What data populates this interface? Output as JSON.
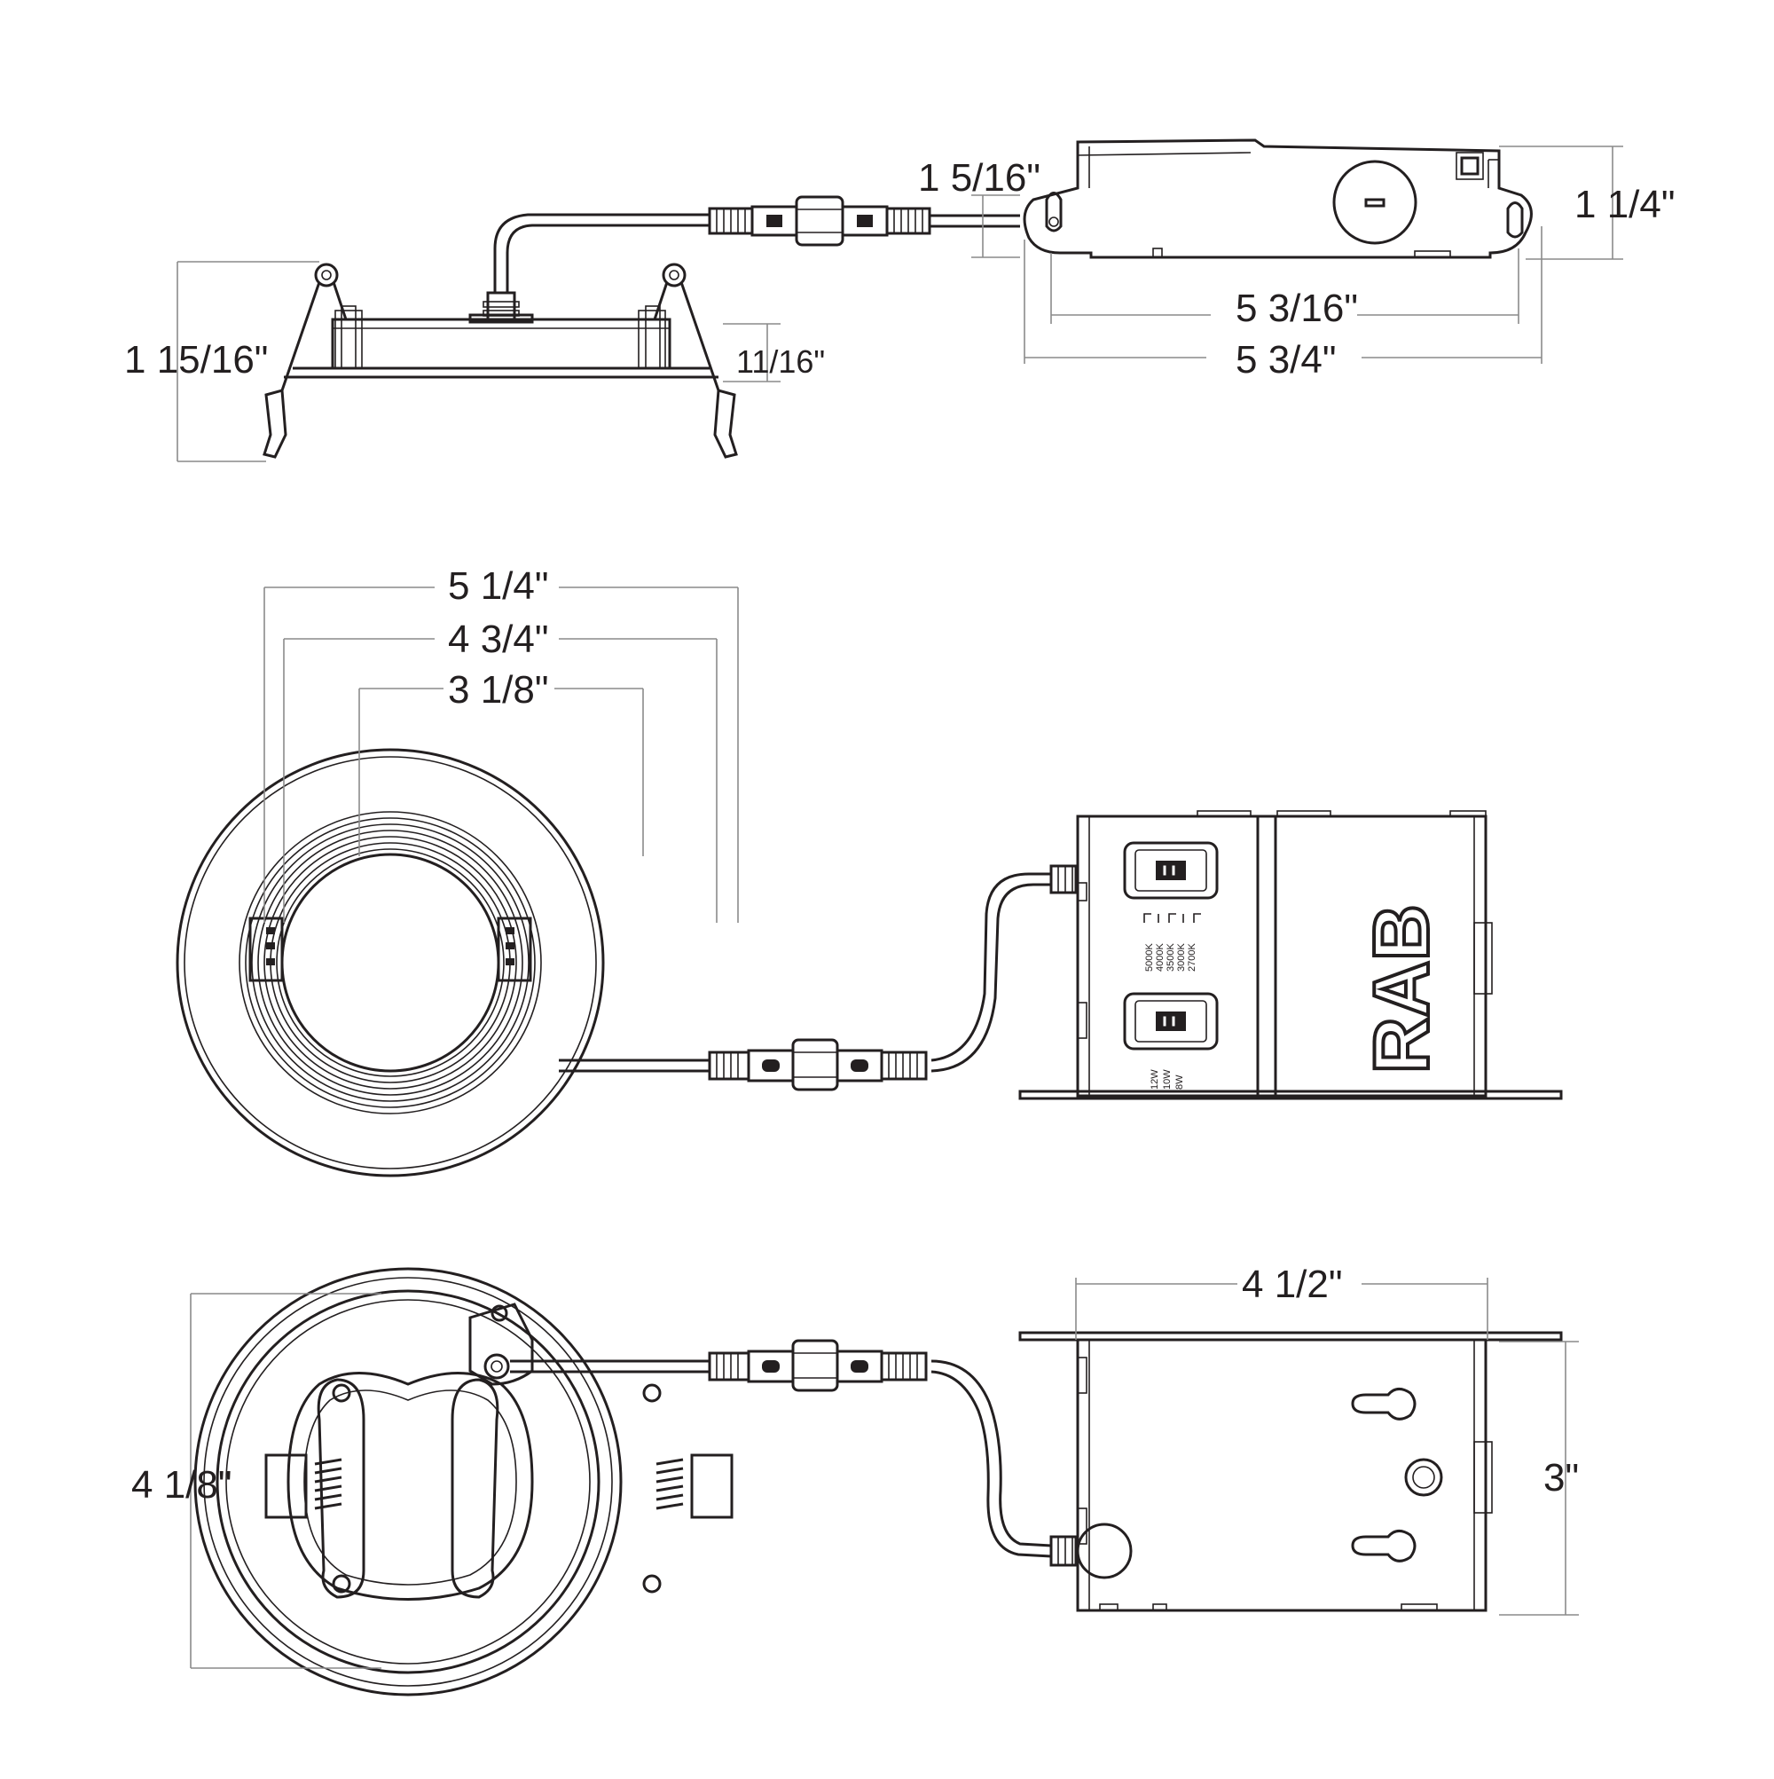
{
  "dimensions": {
    "side_height": "1 15/16\"",
    "flange_offset": "11/16\"",
    "driver_gap": "1 5/16\"",
    "driver_height": "1 1/4\"",
    "driver_inner_length": "5 3/16\"",
    "driver_length": "5 3/4\"",
    "trim_outer_diameter": "5 1/4\"",
    "trim_mid_diameter": "4 3/4\"",
    "aperture_diameter": "3 1/8\"",
    "cutout_diameter": "4 1/8\"",
    "box_width": "4 1/2\"",
    "box_height": "3\""
  },
  "brand": {
    "logo": "RAB"
  },
  "switches": {
    "cct_options": [
      "5000K",
      "4000K",
      "3500K",
      "3000K",
      "2700K"
    ],
    "wattage_options": [
      "12W",
      "10W",
      "8W"
    ]
  }
}
